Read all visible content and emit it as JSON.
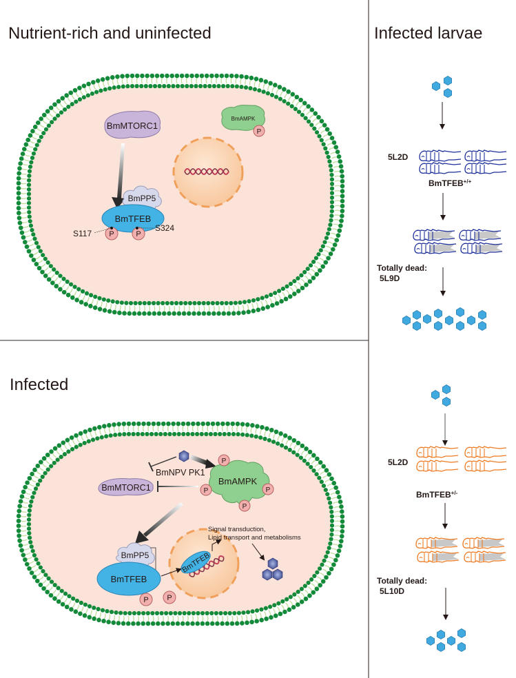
{
  "panels": {
    "top_left": {
      "title": "Nutrient-rich and uninfected",
      "labels": {
        "mtorc1": "BmMTORC1",
        "ampk": "BmAMPK",
        "pp5": "BmPP5",
        "tfeb": "BmTFEB",
        "phospho": "P",
        "site1": "S117",
        "site2": "S324"
      }
    },
    "bottom_left": {
      "title": "Infected",
      "labels": {
        "virus_kinase": "BmNPV PK1",
        "ampk": "BmAMPK",
        "mtorc1": "BmMTORC1",
        "pp5": "BmPP5",
        "tfeb": "BmTFEB",
        "tfeb_nuclear": "BmTFEB",
        "phospho": "P",
        "outcome_line1": "Signal transduction,",
        "outcome_line2": "Lipid transport and metabolisms"
      }
    },
    "right": {
      "title": "Infected larvae",
      "wildtype": {
        "stage": "5L2D",
        "genotype_base": "BmTFEB",
        "genotype_sup": "+/+",
        "dead_label": "Totally dead:",
        "dead_time": "5L9D",
        "larva_color": "#1c2f9a",
        "virions_after": 12
      },
      "heterozygous": {
        "stage": "5L2D",
        "genotype_base": "BmTFEB",
        "genotype_sup": "+/-",
        "dead_label": "Totally dead:",
        "dead_time": "5L10D",
        "larva_color": "#ee7a22",
        "virions_after": 6
      }
    }
  },
  "colors": {
    "cytoplasm": "#fbe3da",
    "membrane_head": "#138a3a",
    "membrane_tail": "#c5dea0",
    "nucleus": "#f9cfa8",
    "nucleus_border": "#f0a05a",
    "tfeb": "#43b3e6",
    "mtorc1": "#c9b4da",
    "ampk": "#8fcf8f",
    "pp5": "#d6d8ec",
    "phospho": "#f1b0ae",
    "virion": "#3fa9e0",
    "dna": "#c2405a"
  }
}
